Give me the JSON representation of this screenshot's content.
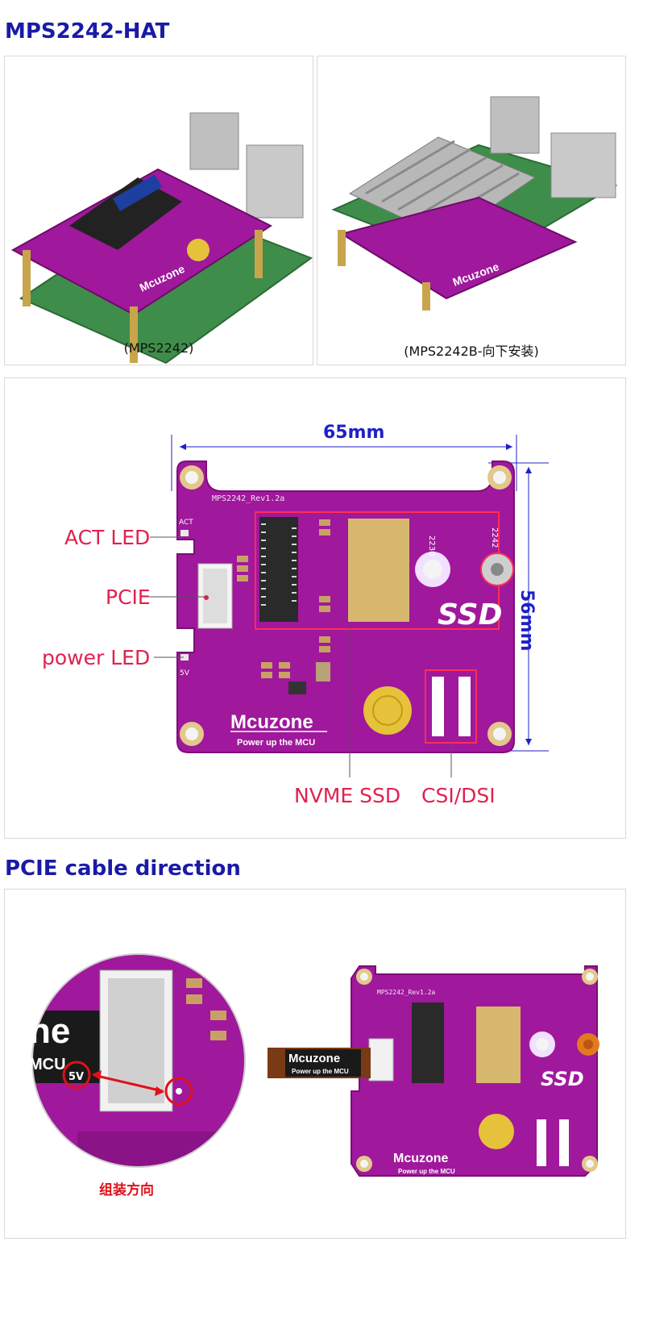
{
  "sections": {
    "hat_title": "MPS2242-HAT",
    "cable_title": "PCIE cable direction"
  },
  "photos": {
    "left_caption": "(MPS2242)",
    "right_caption": "(MPS2242B-向下安装)"
  },
  "board": {
    "silk_name": "MPS2242_Rev1.2a",
    "width_label": "65mm",
    "height_label": "56mm",
    "ssd_text": "SSD",
    "brand": "Mcuzone",
    "tagline": "Power up the MCU",
    "slot_2230": "2230",
    "slot_2242": "2242",
    "act_silk": "ACT",
    "v5_silk": "5V",
    "callouts": {
      "act_led": "ACT LED",
      "pcie": "PCIE",
      "power_led": "power LED",
      "nvme_ssd": "NVME SSD",
      "csi_dsi": "CSI/DSI"
    }
  },
  "cable": {
    "zoom_5v": "5V",
    "zoom_text": "ne",
    "zoom_mcu": "MCU",
    "assembly_direction": "组装方向",
    "cable_brand": "Mcuzone",
    "cable_tagline": "Power up the MCU"
  },
  "colors": {
    "heading": "#1a1aa6",
    "board_purple": "#a0189c",
    "callout_red": "#e0214f",
    "dimension_blue": "#2020c8",
    "gold": "#d7b86e"
  }
}
